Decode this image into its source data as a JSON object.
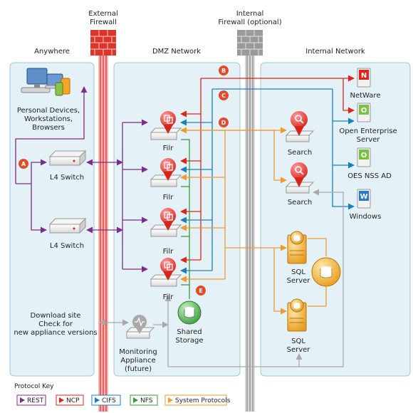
{
  "firewalls": {
    "external": [
      "External",
      "Firewall"
    ],
    "internal": [
      "Internal",
      "Firewall (optional)"
    ]
  },
  "zones": {
    "anywhere": "Anywhere",
    "dmz": "DMZ Network",
    "internal": "Internal Network"
  },
  "devices": {
    "personal": [
      "Personal Devices,",
      "Workstations,",
      "Browsers"
    ],
    "l4_switch_1": "L4 Switch",
    "l4_switch_2": "L4 Switch",
    "filr_1": "Filr",
    "filr_2": "Filr",
    "filr_3": "Filr",
    "filr_4": "Filr",
    "shared_storage": [
      "Shared",
      "Storage"
    ],
    "monitoring": [
      "Monitoring",
      "Appliance",
      "(future)"
    ],
    "download_site": [
      "Download site",
      "Check for",
      "new appliance versions"
    ],
    "search_1": "Search",
    "search_2": "Search",
    "sql_1": [
      "SQL",
      "Server"
    ],
    "sql_2": [
      "SQL",
      "Server"
    ],
    "netware": "NetWare",
    "oes": [
      "Open Enterprise",
      "Server"
    ],
    "oes_nss": "OES NSS AD",
    "windows": "Windows"
  },
  "badges": {
    "a": "A",
    "b": "B",
    "c": "C",
    "d": "D",
    "e": "E"
  },
  "protocol_key": {
    "title": "Protocol Key",
    "items": [
      {
        "label": "REST",
        "color": "#7b2d8e"
      },
      {
        "label": "NCP",
        "color": "#e2231a"
      },
      {
        "label": "CIFS",
        "color": "#1a7fc1"
      },
      {
        "label": "NFS",
        "color": "#3a9a3a"
      },
      {
        "label": "System Protocols",
        "color": "#f29a2e"
      }
    ]
  },
  "colors": {
    "rest": "#7b2d8e",
    "ncp": "#e2231a",
    "cifs": "#1a7fc1",
    "nfs": "#3a9a3a",
    "system": "#f29a2e",
    "zone_fill": "#e4f1f6",
    "zone_stroke": "#9cc7d6",
    "monitor": "#a9a9a9"
  }
}
